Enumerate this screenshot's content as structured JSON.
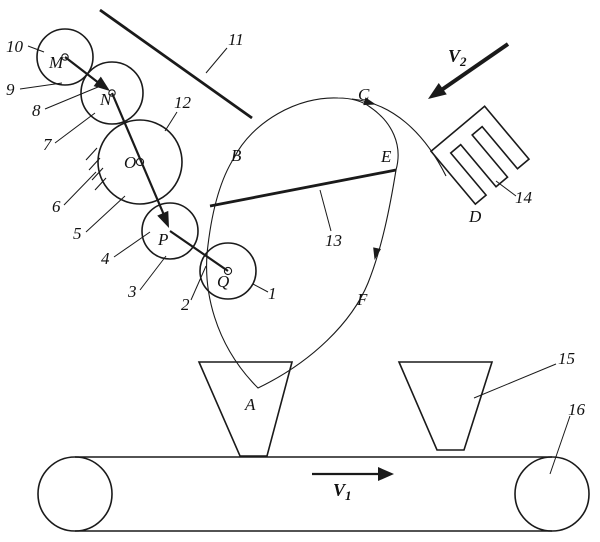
{
  "labels": {
    "numbers": {
      "1": "1",
      "2": "2",
      "3": "3",
      "4": "4",
      "5": "5",
      "6": "6",
      "7": "7",
      "8": "8",
      "9": "9",
      "10": "10",
      "11": "11",
      "12": "12",
      "13": "13",
      "14": "14",
      "15": "15",
      "16": "16"
    },
    "points": {
      "M": "M",
      "N": "N",
      "O": "O",
      "P": "P",
      "Q": "Q",
      "A": "A",
      "B": "B",
      "C": "C",
      "D": "D",
      "E": "E",
      "F": "F"
    },
    "velocity1": {
      "base": "V",
      "sub": "1"
    },
    "velocity2": {
      "base": "V",
      "sub": "2"
    }
  },
  "colors": {
    "ink": "#1a1a1a",
    "background": "#ffffff"
  }
}
